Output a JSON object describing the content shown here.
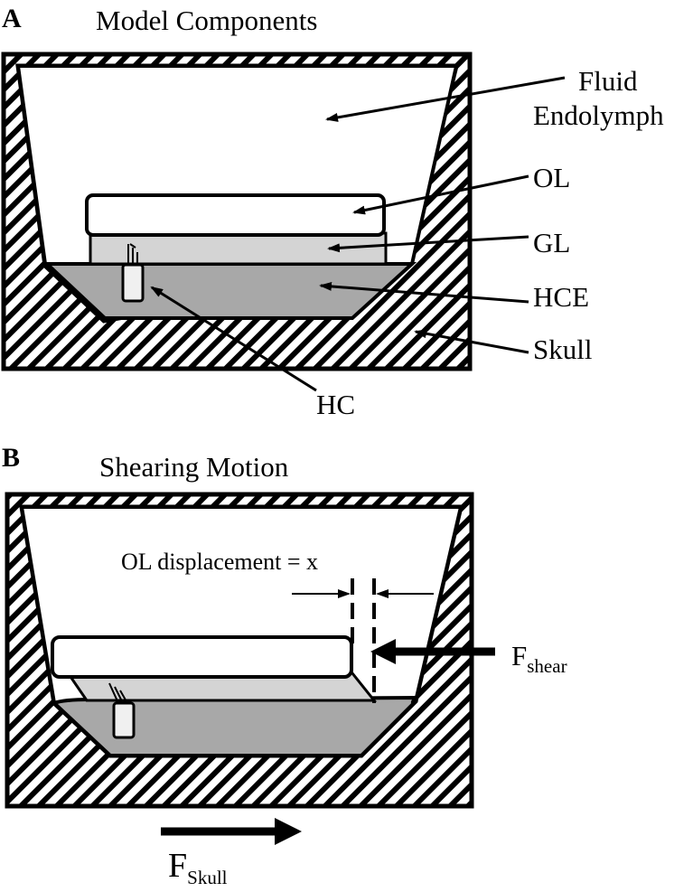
{
  "panel_a": {
    "letter": "A",
    "title": "Model Components",
    "labels": {
      "fluid": "Fluid",
      "endolymph": "Endolymph",
      "ol": "OL",
      "gl": "GL",
      "hce": "HCE",
      "skull": "Skull",
      "hc": "HC"
    }
  },
  "panel_b": {
    "letter": "B",
    "title": "Shearing Motion",
    "displacement_label": "OL displacement = x",
    "force_shear": {
      "symbol": "F",
      "subscript": "shear"
    },
    "force_skull": {
      "symbol": "F",
      "subscript": "Skull"
    }
  },
  "colors": {
    "hatch": "#000000",
    "otolithic_layer": "#ffffff",
    "gel_layer": "#d4d4d4",
    "epithelium": "#a8a8a8",
    "hair_cell": "#f0f0f0"
  }
}
